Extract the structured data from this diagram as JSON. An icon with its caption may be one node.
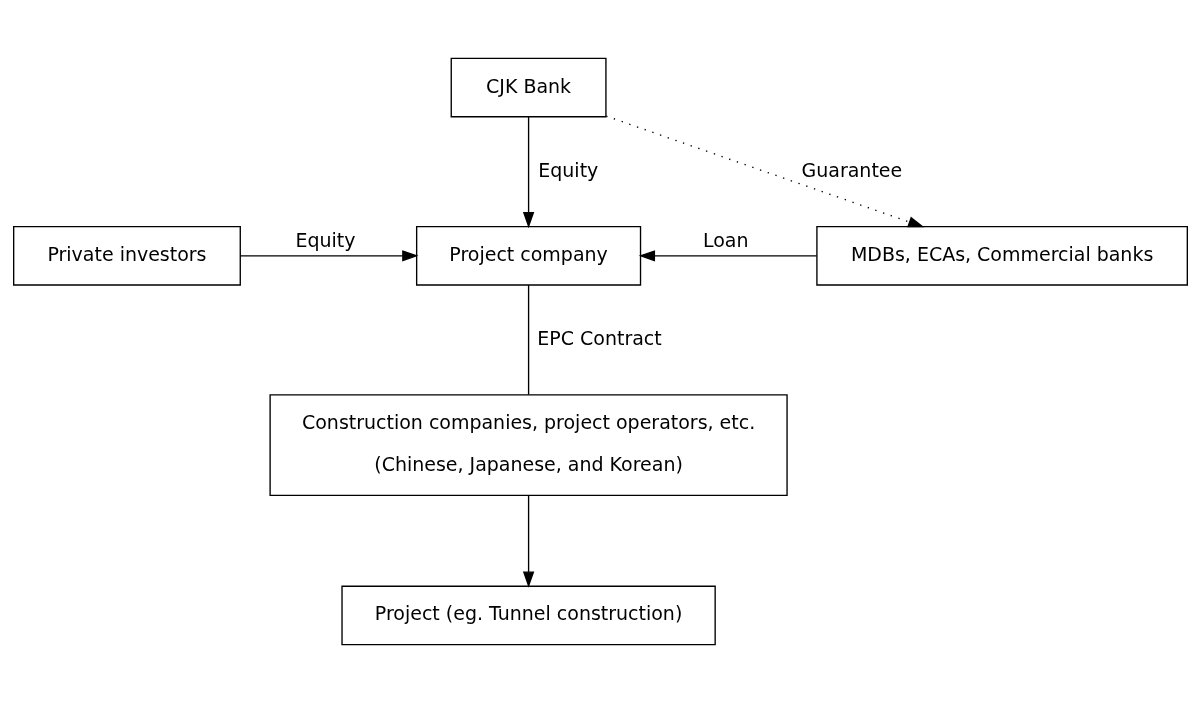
{
  "diagram": {
    "nodes": [
      {
        "text": [
          "CJK Bank"
        ]
      },
      {
        "text": [
          "Private investors"
        ]
      },
      {
        "text": [
          "Project company"
        ]
      },
      {
        "text": [
          "MDBs, ECAs, Commercial banks"
        ]
      },
      {
        "text": [
          "Construction companies, project operators, etc.",
          "(Chinese, Japanese, and Korean)"
        ]
      },
      {
        "text": [
          "Project (eg. Tunnel construction)"
        ]
      }
    ],
    "edges": [
      {
        "from": 0,
        "to": 2,
        "arrow": "to",
        "label": "Equity"
      },
      {
        "from": 0,
        "to": 3,
        "arrow": "to",
        "label": "Guarantee",
        "style": "dashed"
      },
      {
        "from": 1,
        "to": 2,
        "arrow": "to",
        "label": "Equity"
      },
      {
        "from": 3,
        "to": 2,
        "arrow": "to",
        "label": "Loan"
      },
      {
        "from": 2,
        "to": 4,
        "arrow": "none",
        "label": "EPC Contract"
      },
      {
        "from": 4,
        "to": 5,
        "arrow": "to"
      }
    ]
  }
}
